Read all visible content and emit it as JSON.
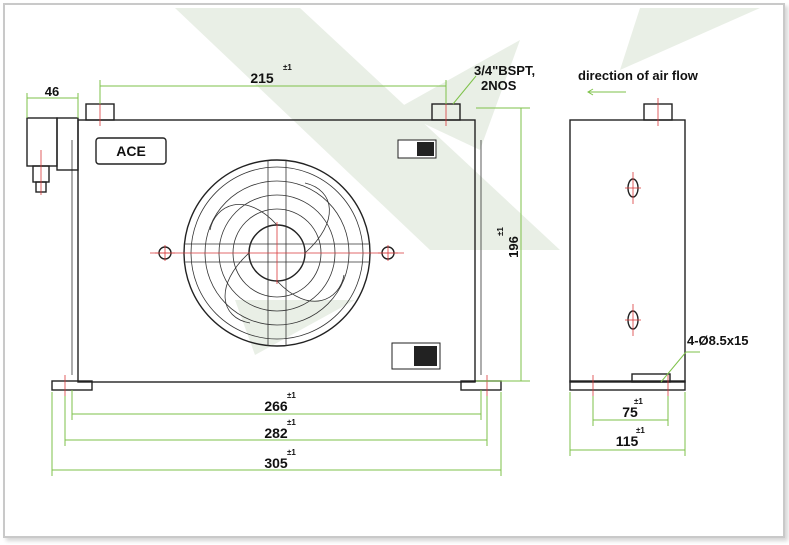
{
  "brand": {
    "label": "ACE"
  },
  "port": {
    "line1": "3/4\"BSPT,",
    "line2": "2NOS"
  },
  "airflow": {
    "label": "direction of air flow"
  },
  "holes": {
    "label": "4-Ø8.5x15"
  },
  "dimensions": {
    "conduit_width": "46",
    "port_spacing": "215",
    "height": "196",
    "mount_inner": "266",
    "mount_outer": "282",
    "overall_width": "305",
    "side_hole_spacing": "75",
    "side_depth": "115",
    "tolerance": "±1"
  },
  "colors": {
    "dimension_line": "#7ec24a",
    "center_line": "#d9383a",
    "outline": "#222222",
    "watermark": "#e9efe6"
  }
}
